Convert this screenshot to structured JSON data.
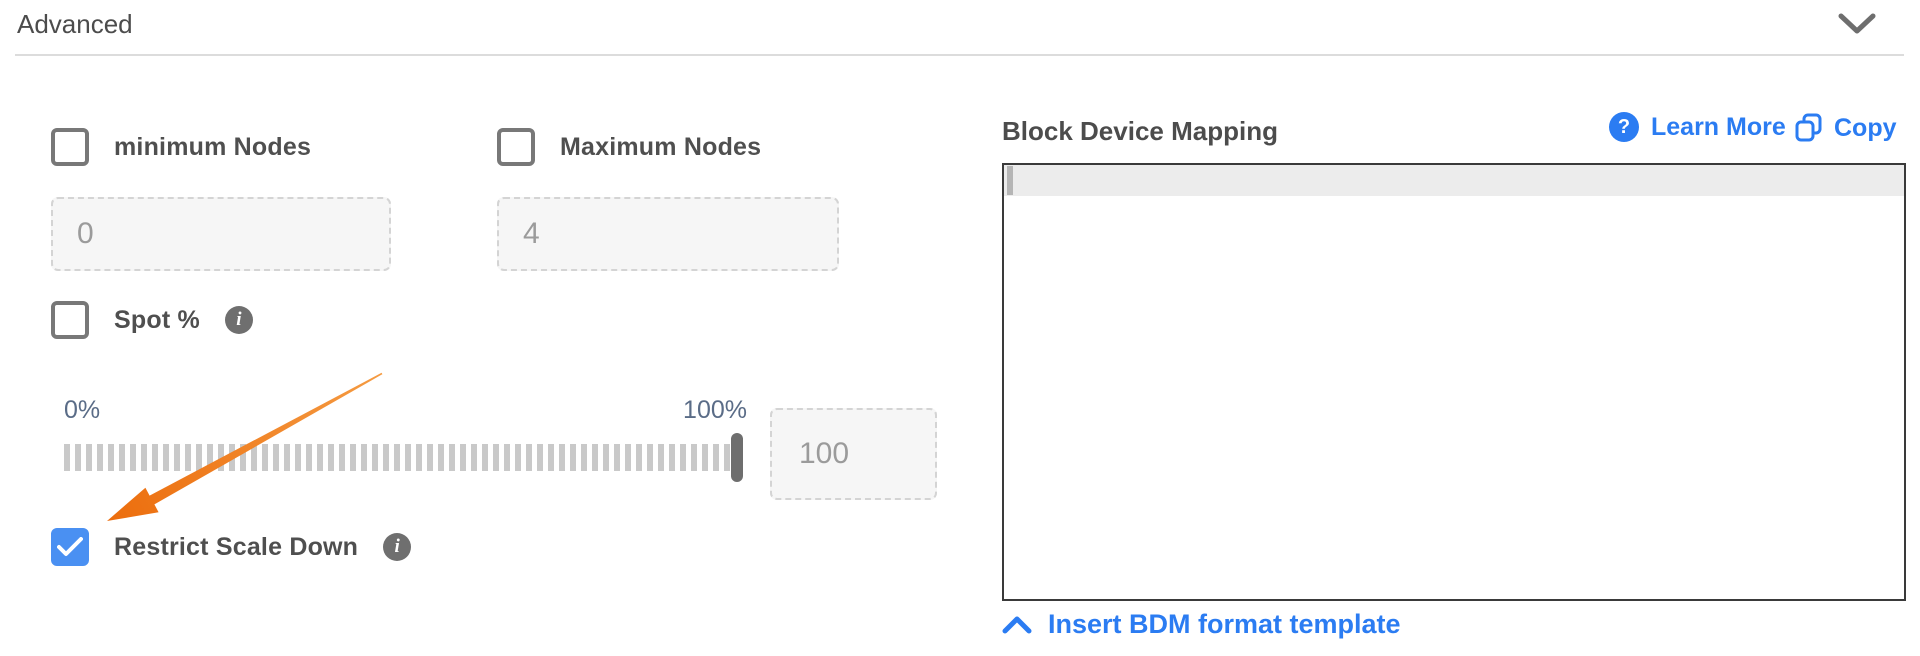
{
  "header": {
    "title": "Advanced",
    "collapse_icon": "chevron-down-icon"
  },
  "left_form": {
    "minimum_nodes": {
      "label": "minimum Nodes",
      "checked": false,
      "value": "0"
    },
    "maximum_nodes": {
      "label": "Maximum Nodes",
      "checked": false,
      "value": "4"
    },
    "spot": {
      "label": "Spot %",
      "checked": false,
      "info_glyph": "i"
    },
    "spot_slider": {
      "min_label": "0%",
      "max_label": "100%",
      "value": "100",
      "handle_position": "100%"
    },
    "restrict_scale_down": {
      "label": "Restrict Scale Down",
      "checked": true,
      "info_glyph": "i"
    }
  },
  "block_device_mapping": {
    "title": "Block Device Mapping",
    "learn_more": {
      "label": "Learn More",
      "icon": "question-circle-icon",
      "glyph": "?"
    },
    "copy": {
      "label": "Copy",
      "icon": "copy-icon"
    },
    "editor": {
      "value": "",
      "active_line_highlighted": true
    },
    "insert_template": {
      "label": "Insert BDM format template",
      "icon": "chevron-up-icon"
    }
  },
  "annotations": {
    "arrow": {
      "shape": "orange-arrow",
      "points_at": "restrict-scale-down-checkbox"
    }
  },
  "colors": {
    "link_blue": "#2b7cf2",
    "checkbox_checked_blue": "#4a90f2",
    "arrow_orange_tail": "#f59b42",
    "arrow_orange_head": "#ec6d0d",
    "slider_label_slate": "#5a6c87"
  }
}
